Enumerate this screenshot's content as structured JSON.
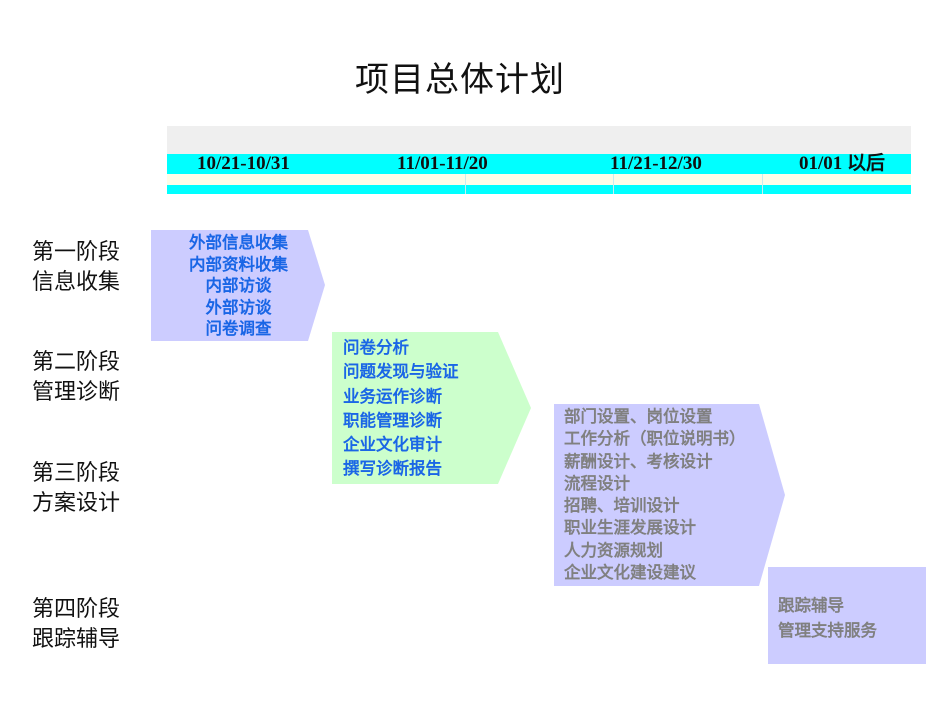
{
  "title": "项目总体计划",
  "timeline": {
    "periods": [
      "10/21-10/31",
      "11/01-11/20",
      "11/21-12/30",
      "01/01 以后"
    ]
  },
  "stages": [
    {
      "line1": "第一阶段",
      "line2": "信息收集"
    },
    {
      "line1": "第二阶段",
      "line2": "管理诊断"
    },
    {
      "line1": "第三阶段",
      "line2": "方案设计"
    },
    {
      "line1": "第四阶段",
      "line2": "跟踪辅导"
    }
  ],
  "tasks": [
    {
      "fill": "#ccccff",
      "text_color": "#1a66e6",
      "items": [
        "外部信息收集",
        "内部资料收集",
        "内部访谈",
        "外部访谈",
        "问卷调查"
      ]
    },
    {
      "fill": "#ccffcc",
      "text_color": "#1a66e6",
      "items": [
        "问卷分析",
        "问题发现与验证",
        "业务运作诊断",
        "职能管理诊断",
        "企业文化审计",
        "撰写诊断报告"
      ]
    },
    {
      "fill": "#ccccff",
      "text_color": "#808080",
      "items": [
        "部门设置、岗位设置",
        "工作分析（职位说明书）",
        "薪酬设计、考核设计",
        "流程设计",
        "招聘、培训设计",
        "职业生涯发展设计",
        "人力资源规划",
        "企业文化建设建议"
      ]
    },
    {
      "fill": "#ccccff",
      "text_color": "#808080",
      "items": [
        "跟踪辅导",
        "管理支持服务"
      ]
    }
  ]
}
